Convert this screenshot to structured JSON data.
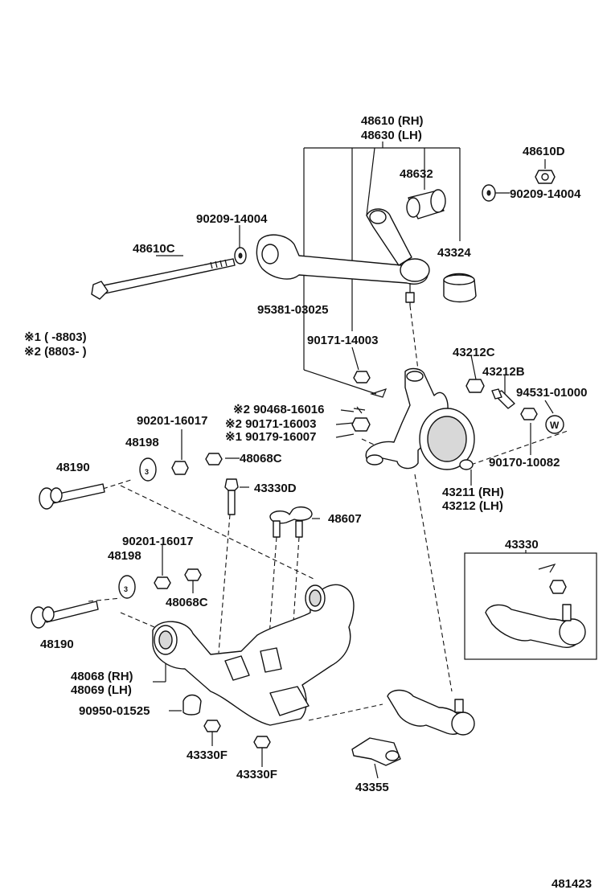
{
  "labels": {
    "upper_arm_rh": "48610 (RH)",
    "upper_arm_lh": "48630 (LH)",
    "bushing_48632": "48632",
    "nut_48610d": "48610D",
    "washer_r": "90209-14004",
    "washer_l": "90209-14004",
    "rod_48610c": "48610C",
    "boot_43324": "43324",
    "pin_95381": "95381-03025",
    "nut_90171_14003": "90171-14003",
    "note1": "※1 (       -8803)",
    "note2": "※2 (8803-        )",
    "knuckle_43212c": "43212C",
    "bolt_43212b": "43212B",
    "w_94531": "94531-01000",
    "pin_90468": "※2 90468-16016",
    "nut_90171_16003": "※2 90171-16003",
    "nut_90179_16007": "※1 90179-16007",
    "nut_90201_upper": "90201-16017",
    "cam_48198_upper": "48198",
    "nut_48068c_upper": "48068C",
    "bolt_48190_upper": "48190",
    "bolt_43330d": "43330D",
    "plate_48607": "48607",
    "knuckle_rh": "43211 (RH)",
    "knuckle_lh": "43212 (LH)",
    "nut_90170": "90170-10082",
    "balljoint_43330": "43330",
    "nut_90201_lower": "90201-16017",
    "cam_48198_lower": "48198",
    "nut_48068c_lower": "48068C",
    "bolt_48190_lower": "48190",
    "lower_arm_rh": "48068 (RH)",
    "lower_arm_lh": "48069 (LH)",
    "bumper_90950": "90950-01525",
    "nut_43330f_a": "43330F",
    "nut_43330f_b": "43330F",
    "bracket_43355": "43355",
    "diagram_number": "481423",
    "w_mark": "W"
  },
  "icons": {
    "upper_arm": "upper-control-arm-icon",
    "lower_arm": "lower-control-arm-icon",
    "knuckle": "steering-knuckle-icon",
    "ball_joint": "ball-joint-icon"
  }
}
